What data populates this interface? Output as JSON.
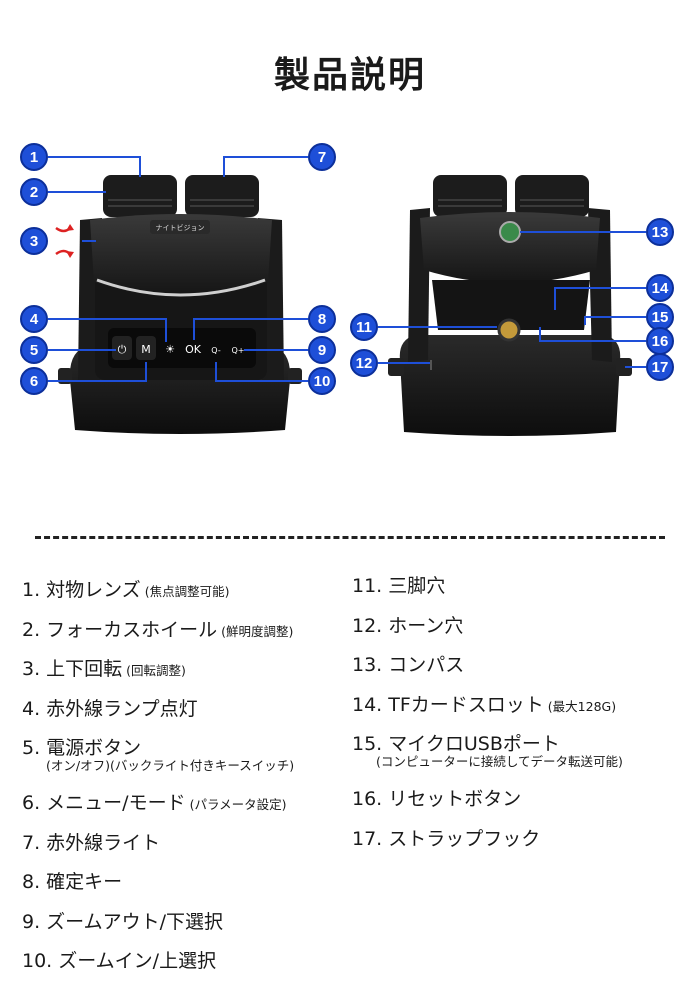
{
  "title": "製品説明",
  "front": {
    "lens_label": "ナイトビジョン",
    "buttons": [
      "⏻",
      "M",
      "☀",
      "OK",
      "Q-",
      "Q+"
    ]
  },
  "callouts": [
    "1",
    "2",
    "3",
    "4",
    "5",
    "6",
    "7",
    "8",
    "9",
    "10",
    "11",
    "12",
    "13",
    "14",
    "15",
    "16",
    "17"
  ],
  "parts_left": [
    {
      "text": "1. 対物レンズ",
      "note": "(焦点調整可能)"
    },
    {
      "text": "2. フォーカスホイール",
      "note": "(鮮明度調整)"
    },
    {
      "text": "3. 上下回転",
      "note": "(回転調整)"
    },
    {
      "text": "4. 赤外線ランプ点灯",
      "note": ""
    },
    {
      "text": "5. 電源ボタン",
      "note": "",
      "sub": "(オン/オフ)(バックライト付きキースイッチ)"
    },
    {
      "text": "6. メニュー/モード",
      "note": "(パラメータ設定)"
    },
    {
      "text": "7. 赤外線ライト",
      "note": ""
    },
    {
      "text": "8. 確定キー",
      "note": ""
    },
    {
      "text": "9. ズームアウト/下選択",
      "note": ""
    },
    {
      "text": "10. ズームイン/上選択",
      "note": ""
    }
  ],
  "parts_right": [
    {
      "text": "11. 三脚穴",
      "note": ""
    },
    {
      "text": "12. ホーン穴",
      "note": ""
    },
    {
      "text": "13. コンパス",
      "note": ""
    },
    {
      "text": "14. TFカードスロット",
      "note": "(最大128G)"
    },
    {
      "text": "15. マイクロUSBポート",
      "note": "",
      "sub": "(コンピューターに接続してデータ転送可能)"
    },
    {
      "text": "16. リセットボタン",
      "note": ""
    },
    {
      "text": "17. ストラップフック",
      "note": ""
    }
  ]
}
